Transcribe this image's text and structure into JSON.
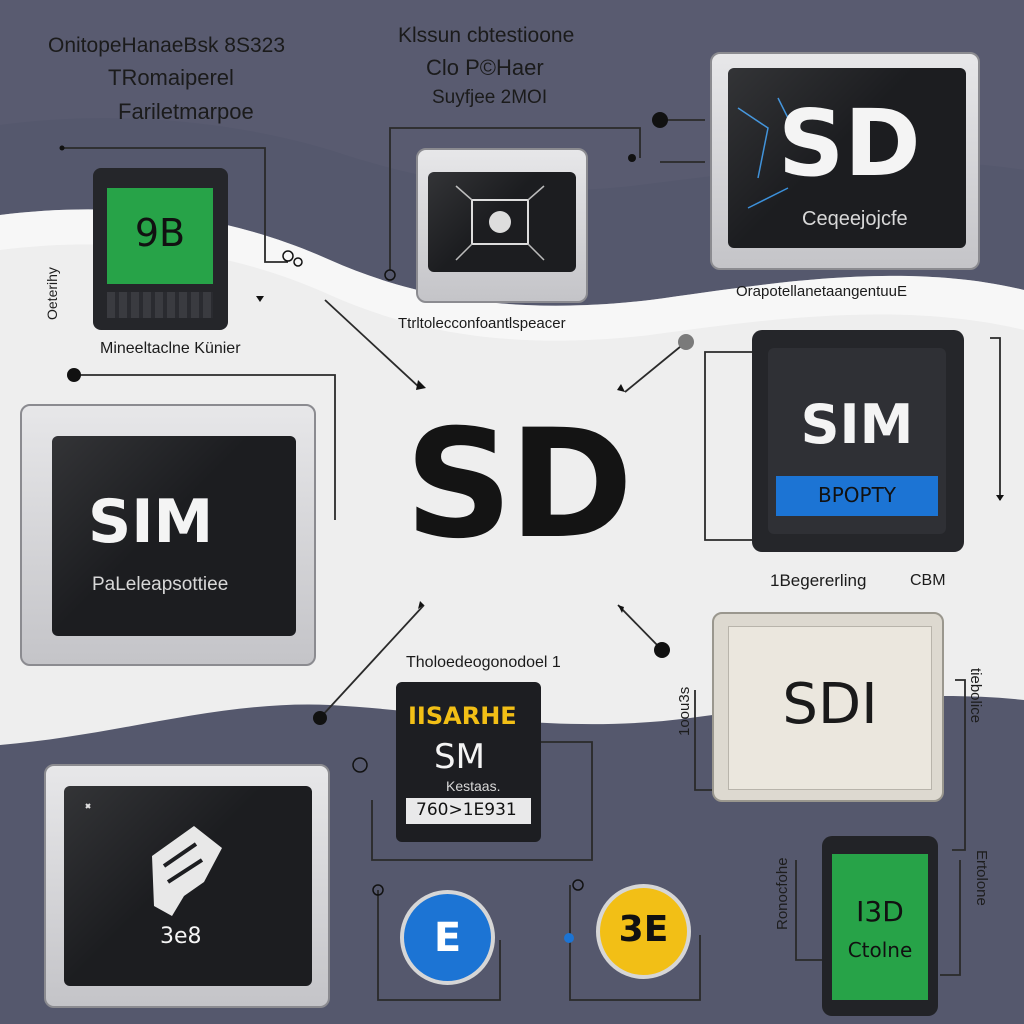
{
  "center_label": "SD",
  "top_left_text": [
    "OnitopeHanaeBsk 8S323",
    "TRomaiperel",
    "Fariletmarpoe"
  ],
  "top_center_text": [
    "Klssun cbtestioone",
    "Clo P©Haer",
    "Suyfjee 2MOI"
  ],
  "cards": {
    "green_sd": {
      "label": "9B",
      "caption": "Mineeltaclne Künier",
      "side": "Oeterihy"
    },
    "center_chip": {
      "caption": "Ttrltolecconfoantlspeacer"
    },
    "top_right_sd": {
      "label": "SD",
      "sublabel": "Ceqeejojcfe",
      "caption": "OrapotellanetaangentuuE"
    },
    "left_sim": {
      "label": "SIM",
      "sublabel": "PaLeleapsottiee"
    },
    "right_sim": {
      "label": "SIM",
      "band": "BPOPTY",
      "caption_left": "1Begererling",
      "caption_right": "CBM"
    },
    "yellow_sim": {
      "header_text": "Tholoedeogonodoel 1",
      "band": "IISARHE",
      "label": "SM",
      "sublabel": "Kestaas.",
      "number": "760>1E931"
    },
    "right_sdi": {
      "label": "SDI",
      "side_left": "1oou3s",
      "side_right": "tiebolice"
    },
    "bottom_left_chip": {
      "label": "3e8"
    },
    "green_bottom_right": {
      "label": "I3D",
      "sublabel": "Ctolne",
      "side_left": "Ronocfohe",
      "side_right": "Ertolone"
    }
  },
  "coins": {
    "blue": "E",
    "yellow": "3E"
  },
  "colors": {
    "background": "#ededed",
    "band_gray": "#55586d",
    "green": "#27a348",
    "blue": "#1c74d4",
    "yellow": "#f2bf16"
  }
}
